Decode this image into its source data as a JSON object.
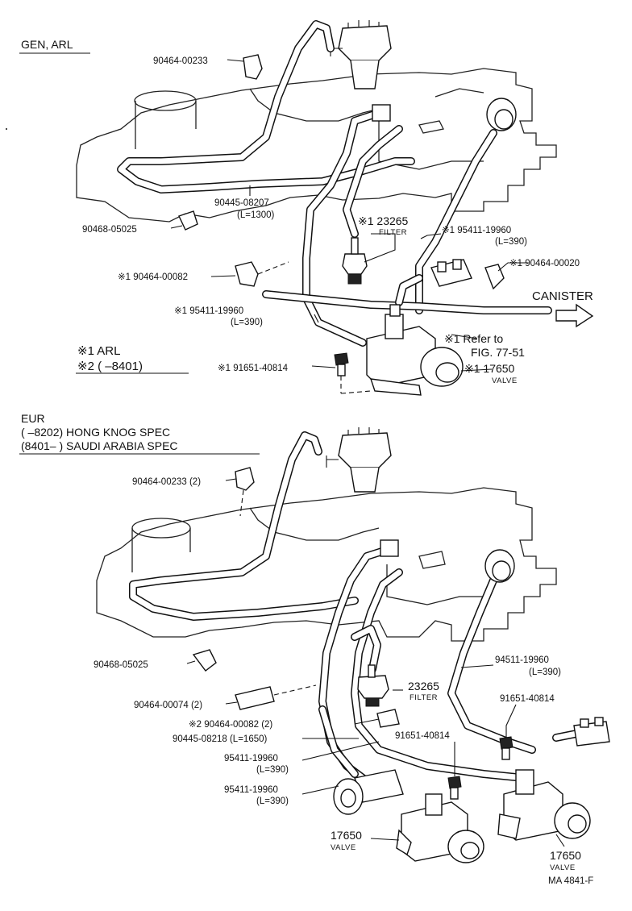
{
  "top_section": {
    "heading": "GEN, ARL",
    "callouts": {
      "p1": "90464-00233",
      "p2": "90468-05025",
      "p3": "90445-08207",
      "p3b": "(L=1300)",
      "p4": "※1 23265",
      "p4b": "FILTER",
      "p5": "※1 95411-19960",
      "p5b": "(L=390)",
      "p6": "※1 90464-00082",
      "p7": "※1 90464-00020",
      "p8": "CANISTER",
      "p9": "※1 95411-19960",
      "p9b": "(L=390)",
      "p10": "※1 Refer to",
      "p10b": "FIG. 77-51",
      "p11": "※1 91651-40814",
      "p12": "※1 17650",
      "p12b": "VALVE"
    },
    "notes": {
      "n1": "※1  ARL",
      "n2": "※2  (        –8401)"
    }
  },
  "bottom_section": {
    "heading1": "EUR",
    "heading2": "(        –8202) HONG  KNOG  SPEC",
    "heading3": "(8401–        ) SAUDI  ARABIA  SPEC",
    "callouts": {
      "q1": "90464-00233 (2)",
      "q2": "90468-05025",
      "q3": "23265",
      "q3b": "FILTER",
      "q4": "94511-19960",
      "q4b": "(L=390)",
      "q5": "91651-40814",
      "q6": "90464-00074 (2)",
      "q7": "※2 90464-00082 (2)",
      "q8": "90445-08218 (L=1650)",
      "q9": "91651-40814",
      "q10": "95411-19960",
      "q10b": "(L=390)",
      "q11": "95411-19960",
      "q11b": "(L=390)",
      "q12": "17650",
      "q12b": "VALVE",
      "q13": "17650",
      "q13b": "VALVE"
    },
    "figure_id": "MA  4841-F"
  }
}
